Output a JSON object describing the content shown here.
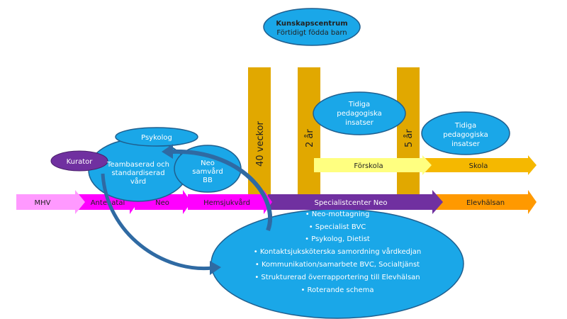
{
  "kunskapscentrum": {
    "title": "Kunskapscentrum",
    "subtitle": "Förtidigt födda barn"
  },
  "milestones": [
    "40 veckor",
    "2 år",
    "5 år"
  ],
  "tidiga1": [
    "Tidiga",
    "pedagogiska",
    "insatser"
  ],
  "tidiga2": [
    "Tidiga",
    "pedagogiska",
    "insatser"
  ],
  "forskola": "Förskola",
  "skola": "Skola",
  "timeline": [
    "MHV",
    "Antenatal",
    "Neo",
    "Hemsjukvård",
    "Specialistcenter Neo",
    "Elevhälsan"
  ],
  "psykolog": "Psykolog",
  "kurator": "Kurator",
  "team": [
    "Teambaserad och",
    "standardiserad",
    "vård"
  ],
  "neo_samvard": [
    "Neo",
    "samvård",
    "BB"
  ],
  "specialist_items": [
    "Neo-mottagning",
    "Specialist BVC",
    "Psykolog, Dietist",
    "Kontaktsjuksköterska samordning vårdkedjan",
    "Kommunikation/samarbete BVC, Socialtjänst",
    "Strukturerad överrapportering till Elevhälsan",
    "Roterande schema"
  ],
  "colors": {
    "blue": "#1aa7e8",
    "gold": "#e1a800",
    "purple": "#7030a0",
    "magenta": "#ff00ff",
    "pink": "#ff99ff",
    "orange": "#ff9900",
    "yellow": "#ffff80",
    "arrow": "#2f6aa3"
  }
}
